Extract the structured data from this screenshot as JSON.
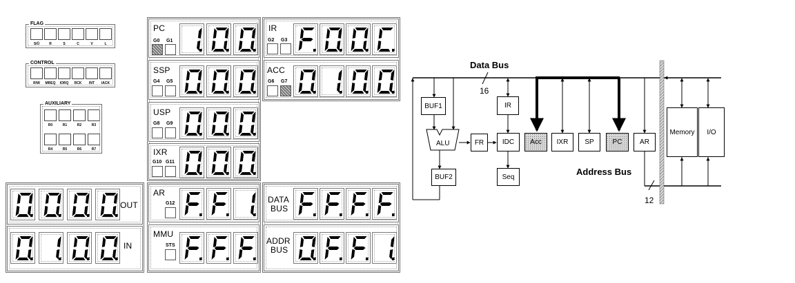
{
  "flag_panel": {
    "title": "FLAG",
    "labels": [
      "S/Ū",
      "R",
      "S",
      "C",
      "V",
      "L"
    ]
  },
  "control_panel": {
    "title": "CONTROL",
    "labels": [
      "R/W",
      "MREQ",
      "IORQ",
      "RCK",
      "INT",
      "IACK"
    ]
  },
  "aux_panel": {
    "title": "AUXILIARY",
    "labels_row1": [
      "R0",
      "R1",
      "R2",
      "R3"
    ],
    "labels_row2": [
      "R4",
      "R5",
      "R6",
      "R7"
    ]
  },
  "registers": {
    "pc": {
      "label": "PC",
      "g": [
        "G0",
        "G1"
      ],
      "digits": [
        "1.",
        "0.",
        "0."
      ],
      "shaded_g": [
        true,
        false
      ]
    },
    "ssp": {
      "label": "SSP",
      "g": [
        "G4",
        "G5"
      ],
      "digits": [
        "0.",
        "0.",
        "0."
      ],
      "shaded_g": [
        false,
        false
      ]
    },
    "usp": {
      "label": "USP",
      "g": [
        "G8",
        "G9"
      ],
      "digits": [
        "0.",
        "0.",
        "0."
      ],
      "shaded_g": [
        false,
        false
      ]
    },
    "ixr": {
      "label": "IXR",
      "g": [
        "G10",
        "G11"
      ],
      "digits": [
        "0.",
        "0.",
        "0."
      ],
      "shaded_g": [
        false,
        false
      ]
    },
    "ar": {
      "label": "AR",
      "g": [
        "G12"
      ],
      "digits": [
        "F.",
        "F.",
        "1."
      ],
      "shaded_g": [
        false
      ]
    },
    "mmu": {
      "label": "MMU",
      "g": [
        "STS"
      ],
      "digits": [
        "F.",
        "F.",
        "F."
      ],
      "shaded_g": [
        false
      ]
    },
    "ir": {
      "label": "IR",
      "g": [
        "G2",
        "G3"
      ],
      "digits": [
        "F.",
        "0.",
        "0.",
        "C."
      ],
      "shaded_g": [
        false,
        false
      ]
    },
    "acc": {
      "label": "ACC",
      "g": [
        "G6",
        "G7"
      ],
      "digits": [
        "0.",
        "1.",
        "0.",
        "0."
      ],
      "shaded_g": [
        false,
        true
      ]
    },
    "data_bus": {
      "label_line1": "DATA",
      "label_line2": "BUS",
      "digits": [
        "F.",
        "F.",
        "F.",
        "F."
      ]
    },
    "addr_bus": {
      "label_line1": "ADDR",
      "label_line2": "BUS",
      "digits": [
        "0.",
        "F.",
        "F.",
        "1."
      ]
    },
    "out": {
      "label": "OUT",
      "digits": [
        "0.",
        "0.",
        "0.",
        "0."
      ]
    },
    "in": {
      "label": "IN",
      "digits": [
        "0.",
        "1.",
        "0.",
        "0."
      ]
    }
  },
  "diagram": {
    "data_bus_label": "Data Bus",
    "data_bus_width": "16",
    "address_bus_label": "Address Bus",
    "address_bus_width": "12",
    "blocks": {
      "buf1": "BUF1",
      "buf2": "BUF2",
      "alu": "ALU",
      "fr": "FR",
      "ir": "IR",
      "idc": "IDC",
      "seq": "Seq",
      "acc": "Acc",
      "ixr": "IXR",
      "sp": "SP",
      "pc": "PC",
      "ar": "AR",
      "memory": "Memory",
      "io": "I/O"
    }
  }
}
